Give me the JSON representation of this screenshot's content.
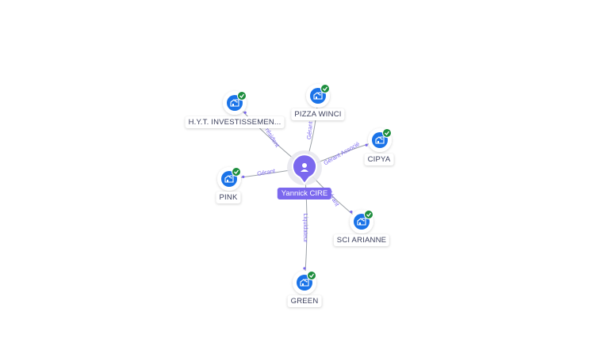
{
  "center": {
    "name": "Yannick CIRE",
    "icon": "person-icon",
    "color": "#7b68ee"
  },
  "companies": [
    {
      "id": "hyt",
      "name": "H.Y.T. INVESTISSEMEN...",
      "role": "Président",
      "icon": "building-icon",
      "verified": true
    },
    {
      "id": "pizza",
      "name": "PIZZA WINCI",
      "role": "Gérant",
      "icon": "building-icon",
      "verified": true
    },
    {
      "id": "cipya",
      "name": "CIPYA",
      "role": "Gérant Associé",
      "icon": "building-icon",
      "verified": true
    },
    {
      "id": "pink",
      "name": "PINK",
      "role": "Gérant",
      "icon": "building-icon",
      "verified": true
    },
    {
      "id": "sci",
      "name": "SCI ARIANNE",
      "role": "Gérant",
      "icon": "building-icon",
      "verified": true
    },
    {
      "id": "green",
      "name": "GREEN",
      "role": "Liquidateur",
      "icon": "building-icon",
      "verified": true
    }
  ],
  "colors": {
    "accent": "#7b68ee",
    "company": "#1a73e8",
    "verified": "#1e8e3e",
    "edge": "#9aa0a6",
    "edge_label": "#7b68ee"
  }
}
